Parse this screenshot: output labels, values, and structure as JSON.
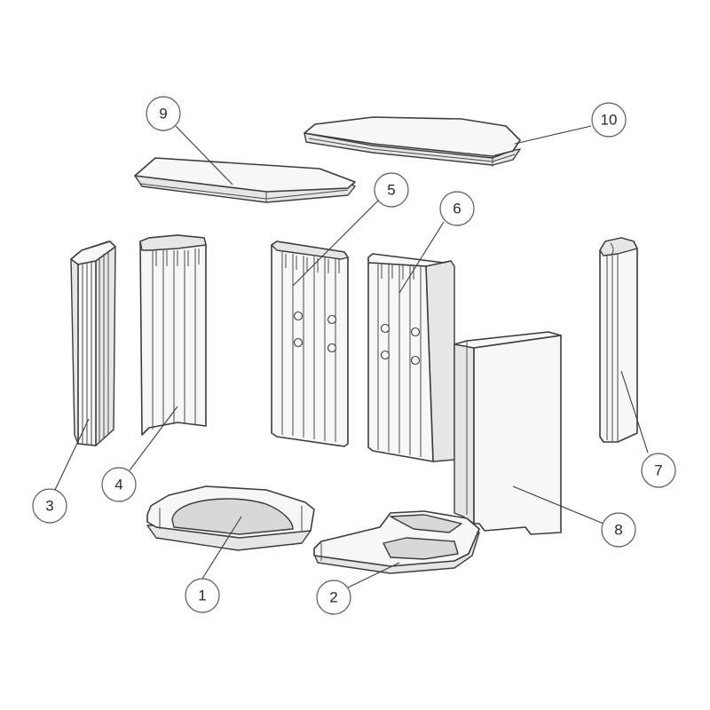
{
  "callouts": [
    {
      "id": "1",
      "label": "1"
    },
    {
      "id": "2",
      "label": "2"
    },
    {
      "id": "3",
      "label": "3"
    },
    {
      "id": "4",
      "label": "4"
    },
    {
      "id": "5",
      "label": "5"
    },
    {
      "id": "6",
      "label": "6"
    },
    {
      "id": "7",
      "label": "7"
    },
    {
      "id": "8",
      "label": "8"
    },
    {
      "id": "9",
      "label": "9"
    },
    {
      "id": "10",
      "label": "10"
    }
  ],
  "colors": {
    "outline": "#3c3c3c",
    "part_fill": "#f7f7f7",
    "part_shade": "#e6e6e6",
    "background": "#ffffff"
  }
}
